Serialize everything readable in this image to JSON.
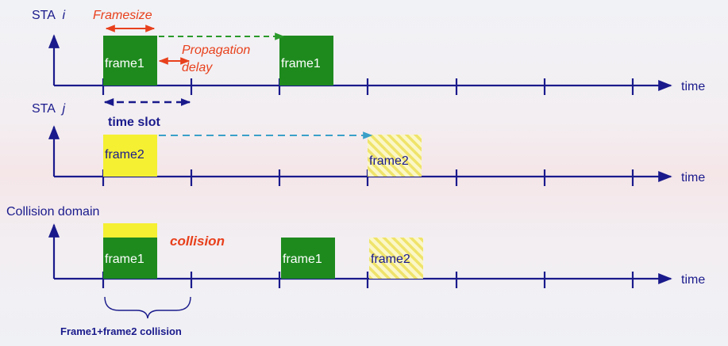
{
  "rows": {
    "sta_i": {
      "label": "STA",
      "label_var": "i",
      "axis_label": "time"
    },
    "sta_j": {
      "label": "STA",
      "label_var": "j",
      "axis_label": "time"
    },
    "collision_domain": {
      "label": "Collision domain",
      "axis_label": "time"
    }
  },
  "frames": {
    "frame1": "frame1",
    "frame2": "frame2"
  },
  "annotations": {
    "framesize": "Framesize",
    "propagation_delay_line1": "Propagation",
    "propagation_delay_line2": "delay",
    "time_slot": "time slot",
    "collision": "collision",
    "collision_brace_label": "Frame1+frame2 collision"
  },
  "colors": {
    "axis": "#1a1a8c",
    "frame1_fill": "#1e8a1e",
    "frame2_fill": "#f5f032",
    "annotation_red": "#e8401c",
    "time_slot_arrow": "#1a1a8c",
    "green_dashed": "#2a9a2a",
    "cyan_dashed": "#3aa0c8"
  }
}
